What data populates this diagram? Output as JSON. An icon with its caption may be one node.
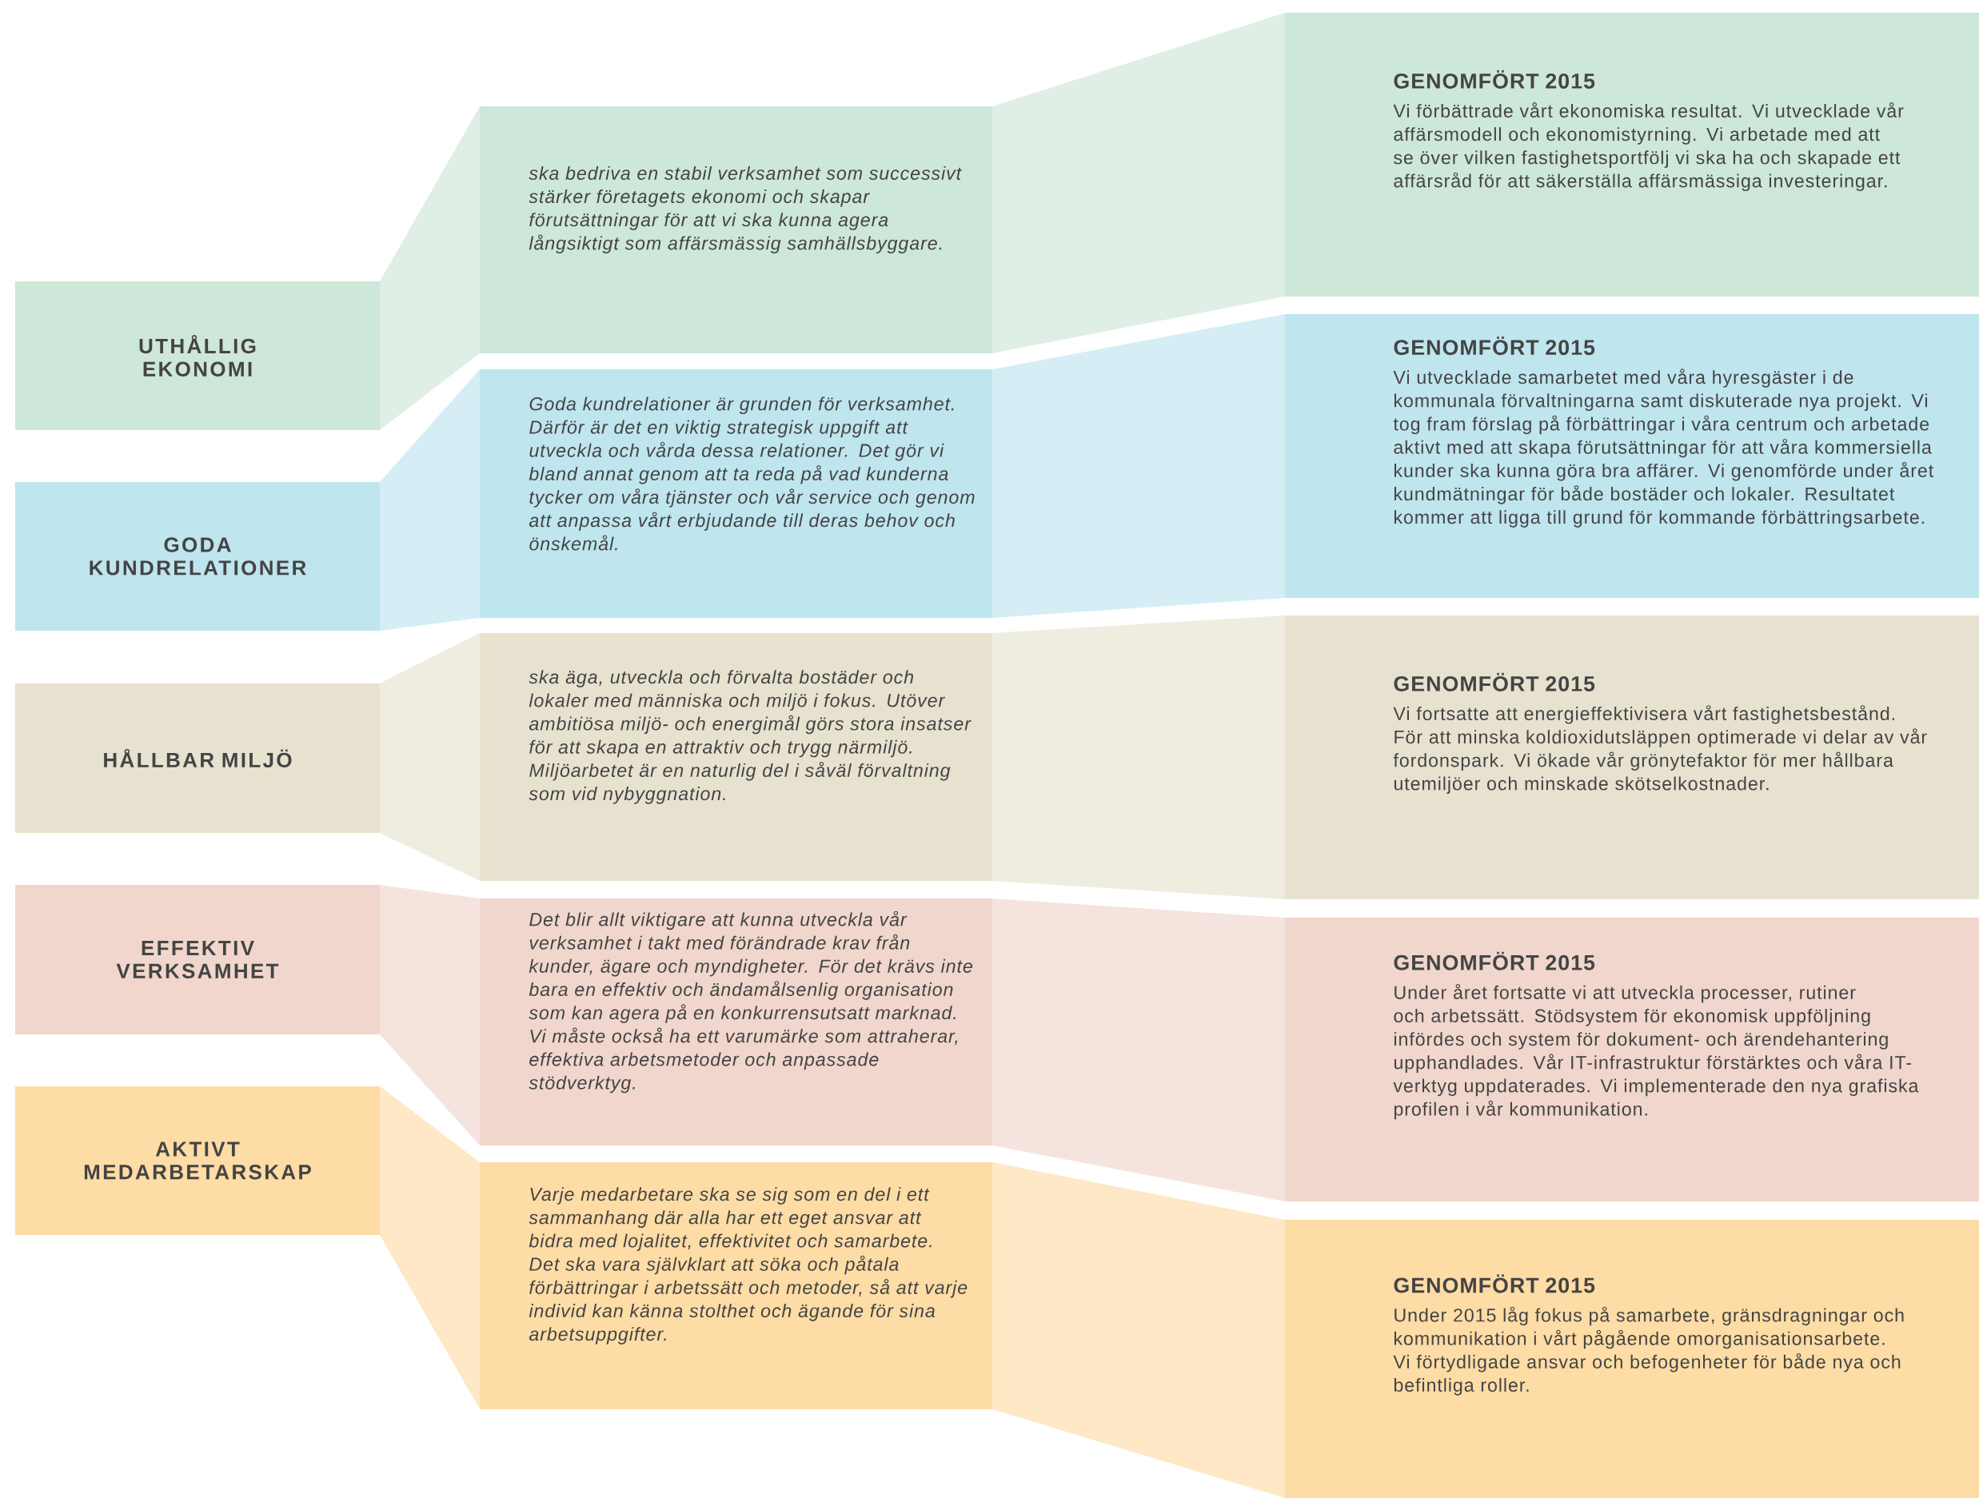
{
  "diagram": {
    "nodes": [
      {
        "text": [
          "UTHÅLLIG EKONOMI"
        ]
      },
      {
        "text": [
          "GODA KUNDRELATIONER"
        ]
      },
      {
        "text": [
          "HÅLLBAR MILJÖ"
        ]
      },
      {
        "text": [
          "EFFEKTIV VERKSAMHET"
        ]
      },
      {
        "text": [
          "AKTIVT MEDARBETARSKAP"
        ]
      },
      {
        "text": [
          "ska bedriva en stabil verksamhet som successivt stärker företagets ekonomi och skapar förutsättningar för att vi ska kunna agera långsiktigt som affärsmässig samhällsbyggare."
        ]
      },
      {
        "text": [
          "Goda kundrelationer är grunden för verksamhet. Därför är det en viktig strategisk uppgift att utveckla och vårda dessa relationer. Det gör vi bland annat genom att ta reda på vad kunderna tycker om våra tjänster och vår service och genom att anpassa vårt erbjudande till deras behov och önskemål."
        ]
      },
      {
        "text": [
          "ska äga, utveckla och förvalta bostäder och lokaler med människa och miljö i fokus. Utöver ambitiösa miljö- och energimål görs stora insatser för att skapa en attraktiv och trygg närmiljö. Miljöarbetet är en naturlig del i såväl förvaltning som vid nybyggnation."
        ]
      },
      {
        "text": [
          "Det blir allt viktigare att kunna utveckla vår verksamhet i takt med förändrade krav från kunder, ägare och myndigheter. För det krävs inte bara en effektiv och ändamålsenlig organisation som kan agera på en konkurrensutsatt marknad. Vi måste också ha ett varumärke som attraherar, effektiva arbetsmetoder och anpassade stödverktyg."
        ]
      },
      {
        "text": [
          "Varje medarbetare ska se sig som en del i ett sammanhang där alla har ett eget ansvar att bidra med lojalitet, effektivitet och samarbete. Det ska vara självklart att söka och påtala förbättringar i arbetssätt och metoder, så att varje individ kan känna stolthet och ägande för sina arbetsuppgifter."
        ]
      },
      {
        "text": [
          "GENOMFÖRT 2015",
          "Vi förbättrade vårt ekonomiska resultat. Vi utvecklade vår affärsmodell och ekonomistyrning. Vi arbetade med att se över vilken fastighetsportfölj vi ska ha och skapade ett affärsråd för att säkerställa affärsmässiga investeringar."
        ]
      },
      {
        "text": [
          "GENOMFÖRT 2015",
          "Vi utvecklade samarbetet med våra hyresgäster i de kommunala förvaltningarna samt diskuterade nya projekt. Vi tog fram förslag på förbättringar i våra centrum och arbetade aktivt med att skapa förutsättningar för att våra kommersiella kunder ska kunna göra bra affärer. Vi genomförde under året kundmätningar för både bostäder och lokaler. Resultatet kommer att ligga till grund för kommande förbättringsarbete."
        ]
      },
      {
        "text": [
          "GENOMFÖRT 2015",
          "Vi fortsatte att energieffektivisera vårt fastighetsbestånd. För att minska koldioxidutsläppen optimerade vi delar av vår fordonspark. Vi ökade vår grönytefaktor för mer hållbara utemiljöer och minskade skötselkostnader."
        ]
      },
      {
        "text": [
          "GENOMFÖRT 2015",
          "Under året fortsatte vi att utveckla processer, rutiner och arbetssätt. Stödsystem för ekonomisk uppföljning infördes och system för dokument- och ärendehantering upphandlades. Vår IT-infrastruktur förstärktes och våra IT-verktyg uppdaterades. Vi implementerade den nya grafiska profilen i vår kommunikation."
        ]
      },
      {
        "text": [
          "GENOMFÖRT 2015",
          "Under 2015 låg fokus på samarbete, gränsdragningar och kommunikation i vårt pågående omorganisationsarbete. Vi förtydligade ansvar och befogenheter för både nya och befintliga roller."
        ]
      }
    ],
    "edges": [
      {
        "from": 0,
        "to": 5,
        "arrow": "none"
      },
      {
        "from": 1,
        "to": 6,
        "arrow": "none"
      },
      {
        "from": 2,
        "to": 7,
        "arrow": "none"
      },
      {
        "from": 3,
        "to": 8,
        "arrow": "none"
      },
      {
        "from": 4,
        "to": 9,
        "arrow": "none"
      },
      {
        "from": 5,
        "to": 10,
        "arrow": "none"
      },
      {
        "from": 6,
        "to": 11,
        "arrow": "none"
      },
      {
        "from": 7,
        "to": 12,
        "arrow": "none"
      },
      {
        "from": 8,
        "to": 13,
        "arrow": "none"
      },
      {
        "from": 9,
        "to": 14,
        "arrow": "none"
      }
    ]
  }
}
